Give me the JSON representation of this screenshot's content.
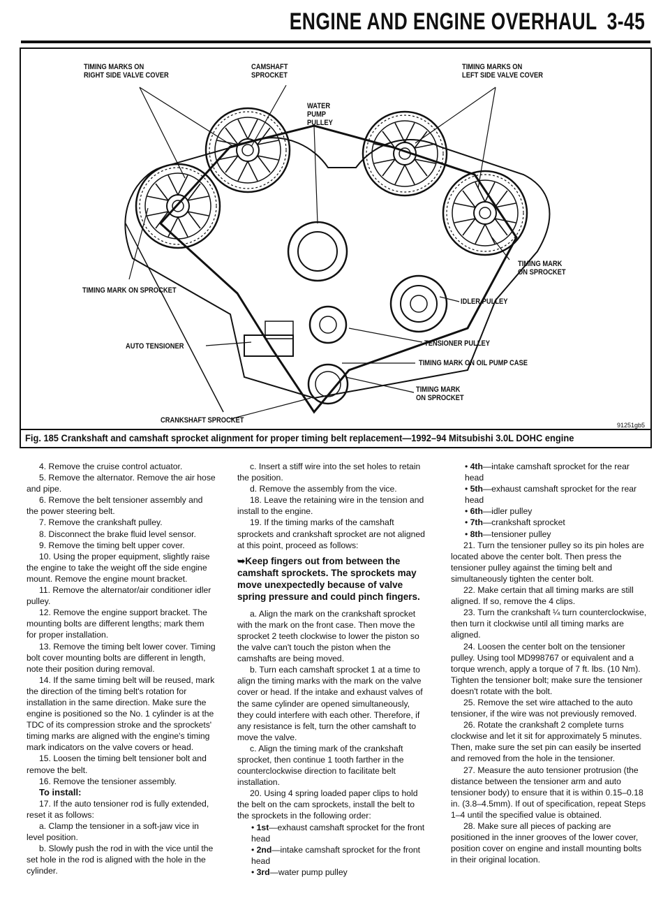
{
  "header": {
    "title": "ENGINE AND ENGINE OVERHAUL",
    "page": "3-45"
  },
  "figure": {
    "labels": {
      "timing_marks_right": "TIMING MARKS ON\nRIGHT SIDE VALVE COVER",
      "camshaft_sprocket": "CAMSHAFT\nSPROCKET",
      "timing_marks_left": "TIMING MARKS ON\nLEFT SIDE VALVE COVER",
      "water_pump_pulley": "WATER\nPUMP\nPULLEY",
      "timing_mark_sprocket_right": "TIMING MARK\nON SPROCKET",
      "timing_mark_sprocket_left": "TIMING MARK ON SPROCKET",
      "idler_pulley": "IDLER PULLEY",
      "tensioner_pulley": "TENSIONER PULLEY",
      "auto_tensioner": "AUTO TENSIONER",
      "timing_mark_oil_pump": "TIMING MARK ON OIL PUMP CASE",
      "timing_mark_sprocket_bottom": "TIMING MARK\nON SPROCKET",
      "crankshaft_sprocket": "CRANKSHAFT SPROCKET"
    },
    "code": "91251gb5",
    "caption": "Fig. 185 Crankshaft and camshaft sprocket alignment for proper timing belt replacement—1992–94 Mitsubishi 3.0L DOHC engine"
  },
  "col1": [
    {
      "t": "4. Remove the cruise control actuator.",
      "s": "ind"
    },
    {
      "t": "5. Remove the alternator. Remove the air hose and pipe.",
      "s": "ind"
    },
    {
      "t": "6. Remove the belt tensioner assembly and the power steering belt.",
      "s": "ind"
    },
    {
      "t": "7. Remove the crankshaft pulley.",
      "s": "ind"
    },
    {
      "t": "8. Disconnect the brake fluid level sensor.",
      "s": "ind"
    },
    {
      "t": "9. Remove the timing belt upper cover.",
      "s": "ind"
    },
    {
      "t": "10. Using the proper equipment, slightly raise the engine to take the weight off the side engine mount. Remove the engine mount bracket.",
      "s": "ind"
    },
    {
      "t": "11. Remove the alternator/air conditioner idler pulley.",
      "s": "ind"
    },
    {
      "t": "12. Remove the engine support bracket. The mounting bolts are different lengths; mark them for proper installation.",
      "s": "ind"
    },
    {
      "t": "13. Remove the timing belt lower cover. Timing bolt cover mounting bolts are different in length, note their position during removal.",
      "s": "ind"
    },
    {
      "t": "14. If the same timing belt will be reused, mark the direction of the timing belt's rotation for installation in the same direction. Make sure the engine is positioned so the No. 1 cylinder is at the TDC of its compression stroke and the sprockets' timing marks are aligned with the engine's timing mark indicators on the valve covers or head.",
      "s": "ind"
    },
    {
      "t": "15. Loosen the timing belt tensioner bolt and remove the belt.",
      "s": "ind"
    },
    {
      "t": "16. Remove the tensioner assembly.",
      "s": "ind"
    },
    {
      "t": "To install:",
      "s": "h"
    },
    {
      "t": "17. If the auto tensioner rod is fully extended, reset it as follows:",
      "s": "ind"
    },
    {
      "t": "a. Clamp the tensioner in a soft-jaw vice in level position.",
      "s": "sub"
    },
    {
      "t": "b. Slowly push the rod in with the vice until the set hole in the rod is aligned with the hole in the cylinder.",
      "s": "sub"
    }
  ],
  "col2": [
    {
      "t": "c. Insert a stiff wire into the set holes to retain the position.",
      "s": "sub"
    },
    {
      "t": "d. Remove the assembly from the vice.",
      "s": "sub"
    },
    {
      "t": "18. Leave the retaining wire in the tension and install to the engine.",
      "s": "ind"
    },
    {
      "t": "19. If the timing marks of the camshaft sprockets and crankshaft sprocket are not aligned at this point, proceed as follows:",
      "s": "ind"
    },
    {
      "t": "➥Keep fingers out from between the camshaft sprockets. The sprockets may move unexpectedly because of valve spring pressure and could pinch fingers.",
      "s": "warn"
    },
    {
      "t": "a. Align the mark on the crankshaft sprocket with the mark on the front case. Then move the sprocket 2 teeth clockwise to lower the piston so the valve can't touch the piston when the camshafts are being moved.",
      "s": "sub"
    },
    {
      "t": "b. Turn each camshaft sprocket 1 at a time to align the timing marks with the mark on the valve cover or head. If the intake and exhaust valves of the same cylinder are opened simultaneously, they could interfere with each other. Therefore, if any resistance is felt, turn the other camshaft to move the valve.",
      "s": "sub"
    },
    {
      "t": "c. Align the timing mark of the crankshaft sprocket, then continue 1 tooth farther in the counterclockwise direction to facilitate belt installation.",
      "s": "sub"
    },
    {
      "t": "20. Using 4 spring loaded paper clips to hold the belt on the cam sprockets, install the belt to the sprockets in the following order:",
      "s": "ind"
    },
    {
      "b": "1st",
      "t": "—exhaust camshaft sprocket for the front head",
      "s": "bul"
    },
    {
      "b": "2nd",
      "t": "—intake camshaft sprocket for the front head",
      "s": "bul"
    },
    {
      "b": "3rd",
      "t": "—water pump pulley",
      "s": "bul"
    }
  ],
  "col3": [
    {
      "b": "4th",
      "t": "—intake camshaft sprocket for the rear head",
      "s": "bul"
    },
    {
      "b": "5th",
      "t": "—exhaust camshaft sprocket for the rear head",
      "s": "bul"
    },
    {
      "b": "6th",
      "t": "—idler pulley",
      "s": "bul"
    },
    {
      "b": "7th",
      "t": "—crankshaft sprocket",
      "s": "bul"
    },
    {
      "b": "8th",
      "t": "—tensioner pulley",
      "s": "bul"
    },
    {
      "t": "21. Turn the tensioner pulley so its pin holes are located above the center bolt. Then press the tensioner pulley against the timing belt and simultaneously tighten the center bolt.",
      "s": "ind"
    },
    {
      "t": "22. Make certain that all timing marks are still aligned. If so, remove the 4 clips.",
      "s": "ind"
    },
    {
      "t": "23. Turn the crankshaft ¼ turn counterclockwise, then turn it clockwise until all timing marks are aligned.",
      "s": "ind"
    },
    {
      "t": "24. Loosen the center bolt on the tensioner pulley. Using tool MD998767 or equivalent and a torque wrench, apply a torque of 7 ft. lbs. (10 Nm). Tighten the tensioner bolt; make sure the tensioner doesn't rotate with the bolt.",
      "s": "ind"
    },
    {
      "t": "25. Remove the set wire attached to the auto tensioner, if the wire was not previously removed.",
      "s": "ind"
    },
    {
      "t": "26. Rotate the crankshaft 2 complete turns clockwise and let it sit for approximately 5 minutes. Then, make sure the set pin can easily be inserted and removed from the hole in the tensioner.",
      "s": "ind"
    },
    {
      "t": "27. Measure the auto tensioner protrusion (the distance between the tensioner arm and auto tensioner body) to ensure that it is within 0.15–0.18 in. (3.8–4.5mm). If out of specification, repeat Steps 1–4 until the specified value is obtained.",
      "s": "ind"
    },
    {
      "t": "28. Make sure all pieces of packing are positioned in the inner grooves of the lower cover, position cover on engine and install mounting bolts in their original location.",
      "s": "ind"
    }
  ]
}
